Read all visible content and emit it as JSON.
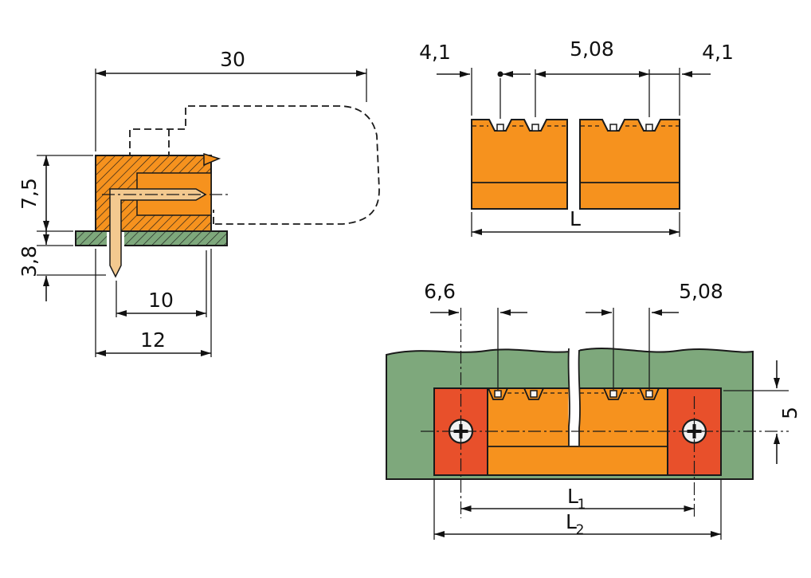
{
  "colors": {
    "orange": "#F6921E",
    "green": "#7EA87C",
    "red": "#E8502B",
    "copper": "#F3C98F",
    "line": "#1A1A1A",
    "pin_face": "#F8F8F8",
    "screw_face": "#F2F2F2",
    "background": "#FFFFFF"
  },
  "side_view": {
    "overall_depth": "30",
    "height_above_board": "7,5",
    "pin_length_below_board": "3,8",
    "pin_to_front_face": "10",
    "housing_width": "12"
  },
  "front_view": {
    "edge_to_first_pin": "4,1",
    "pin_pitch": "5,08",
    "last_pin_to_edge": "4,1",
    "overall_length": "L"
  },
  "mounting_view": {
    "screw_to_first_pin": "6,6",
    "pin_pitch": "5,08",
    "pin_row_to_screw_axis": "5",
    "screw_spacing_base": "L",
    "screw_spacing_sub": "1",
    "overall_length_base": "L",
    "overall_length_sub": "2"
  }
}
